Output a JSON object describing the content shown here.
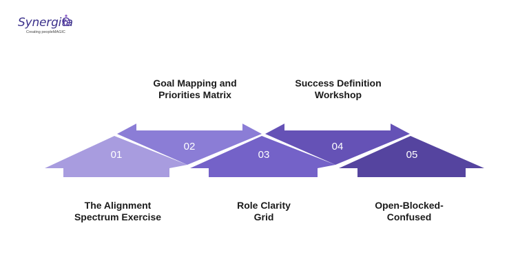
{
  "brand": {
    "name": "Synergita",
    "tagline": "Creating peopleMAGIC",
    "logo_icon": "synergita-logo-icon"
  },
  "steps": [
    {
      "number": "01",
      "label_lines": [
        "The Alignment",
        "Spectrum Exercise"
      ],
      "color": "#a89cdf"
    },
    {
      "number": "02",
      "label_lines": [
        "Goal Mapping and",
        "Priorities Matrix"
      ],
      "color": "#8b7dd6"
    },
    {
      "number": "03",
      "label_lines": [
        "Role Clarity",
        "Grid"
      ],
      "color": "#7462c8"
    },
    {
      "number": "04",
      "label_lines": [
        "Success Definition",
        "Workshop"
      ],
      "color": "#6552b6"
    },
    {
      "number": "05",
      "label_lines": [
        "Open-Blocked-",
        "Confused"
      ],
      "color": "#55449f"
    }
  ]
}
